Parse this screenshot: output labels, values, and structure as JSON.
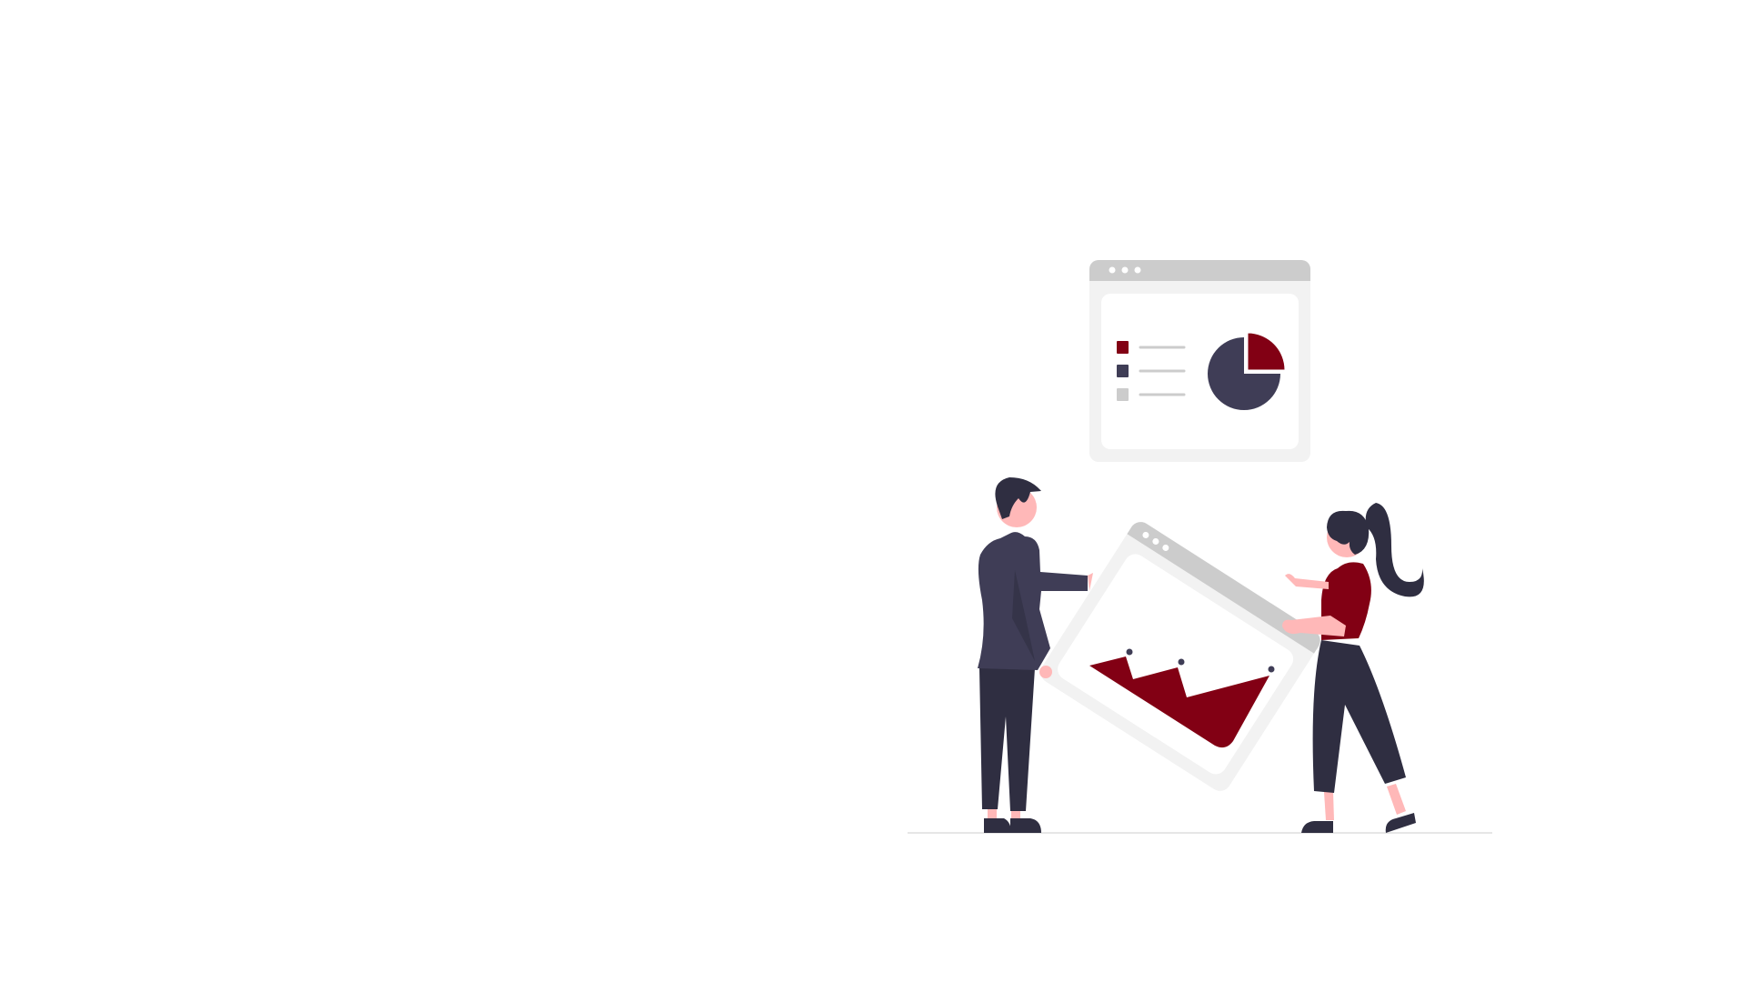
{
  "illustration": {
    "subject": "two-people-presenting-analytics",
    "colors": {
      "accent": "#820014",
      "dark": "#3f3d56",
      "darker": "#2f2e41",
      "skin": "#ffb8b8",
      "panel": "#f2f2f2",
      "bar": "#cccccc",
      "ground": "#e6e6e6"
    },
    "pie_accent_fraction": 0.25,
    "legend_items": 3
  }
}
